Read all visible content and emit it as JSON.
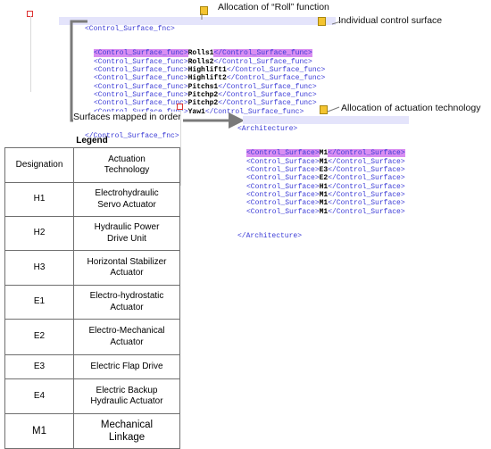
{
  "annotations": {
    "roll_allocation": "Allocation of “Roll” function",
    "individual_surface": "Individual control surface",
    "surfaces_mapped": "Surfaces mapped in order",
    "actuation_allocation": "Allocation of actuation technology"
  },
  "control_surface_fnc": {
    "open_tag": "<Control_Surface_fnc>",
    "close_tag": "</Control_Surface_fnc>",
    "item_open": "<Control_Surface_func>",
    "item_close": "</Control_Surface_func>",
    "items": [
      "Rolls1",
      "Rolls2",
      "Highlift1",
      "Highlift2",
      "Pitchs1",
      "Pitchp2",
      "Pitchp2",
      "Yaw1"
    ]
  },
  "architecture": {
    "open_tag": "<Architecture>",
    "close_tag": "</Architecture>",
    "item_open": "<Control_Surface>",
    "item_close": "</Control_Surface>",
    "items": [
      "M1",
      "M1",
      "E3",
      "E2",
      "H1",
      "M1",
      "M1",
      "M1"
    ]
  },
  "legend": {
    "title": "Legend",
    "headers": [
      "Designation",
      "Actuation\nTechnology"
    ],
    "rows": [
      {
        "code": "H1",
        "tech": "Electrohydraulic\nServo Actuator"
      },
      {
        "code": "H2",
        "tech": "Hydraulic Power\nDrive Unit"
      },
      {
        "code": "H3",
        "tech": "Horizontal Stabilizer\nActuator"
      },
      {
        "code": "E1",
        "tech": "Electro-hydrostatic\nActuator"
      },
      {
        "code": "E2",
        "tech": "Electro-Mechanical\nActuator"
      },
      {
        "code": "E3",
        "tech": "Electric Flap Drive"
      },
      {
        "code": "E4",
        "tech": "Electric Backup\nHydraulic Actuator"
      },
      {
        "code": "M1",
        "tech": "Mechanical\nLinkage"
      }
    ]
  },
  "colors": {
    "xml_tag": "#3b3bd6",
    "highlight": "#d98ef2",
    "row_highlight": "#e4e4fb",
    "note": "#f4c430",
    "connector": "#7a7a7a"
  }
}
